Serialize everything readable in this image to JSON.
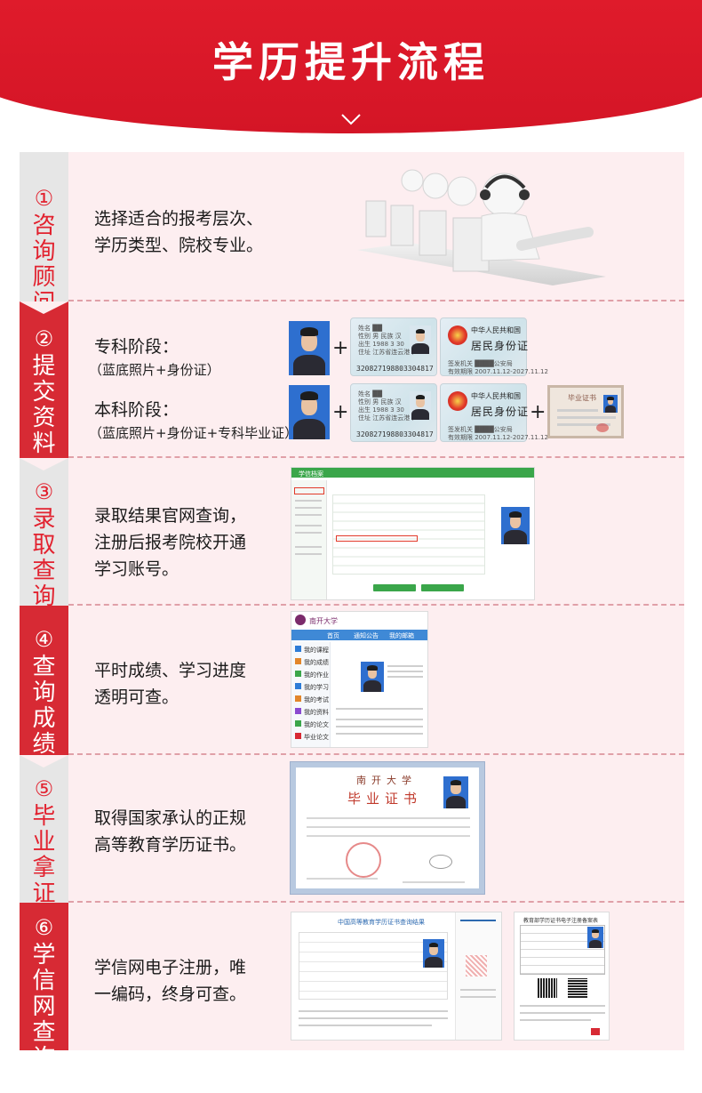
{
  "header": {
    "title": "学历提升流程"
  },
  "colors": {
    "brand_red": "#d41526",
    "panel_pink": "#fdeef0",
    "tab_red": "#d72a34",
    "tab_grey": "#e6e6e6"
  },
  "steps": [
    {
      "num": "①",
      "label_chars": [
        "咨",
        "询",
        "顾",
        "问"
      ],
      "desc_lines": [
        "选择适合的报考层次、",
        "学历类型、院校专业。"
      ]
    },
    {
      "num": "②",
      "label_chars": [
        "提",
        "交",
        "资",
        "料"
      ],
      "zhuanke_title": "专科阶段：",
      "zhuanke_sub": "（蓝底照片+身份证）",
      "benke_title": "本科阶段：",
      "benke_sub": "（蓝底照片+身份证+专科毕业证）",
      "plus": "+",
      "idcard_front_number": "320827198803304817",
      "idcard_back_title1": "中华人民共和国",
      "idcard_back_title2": "居民身份证",
      "grad_cert_title": "毕业证书"
    },
    {
      "num": "③",
      "label_chars": [
        "录",
        "取",
        "查",
        "询"
      ],
      "desc_lines": [
        "录取结果官网查询，",
        "注册后报考院校开通",
        "学习账号。"
      ],
      "site_name": "学信档案"
    },
    {
      "num": "④",
      "label_chars": [
        "查",
        "询",
        "成",
        "绩"
      ],
      "desc_lines": [
        "平时成绩、学习进度",
        "透明可查。"
      ],
      "school_name": "南开大学",
      "tabs": [
        "首页",
        "通知公告",
        "我的邮箱"
      ],
      "menu": [
        "我的课程",
        "我的成绩",
        "我的作业",
        "我的学习",
        "我的考试",
        "我的资料",
        "我的论文",
        "毕业论文"
      ]
    },
    {
      "num": "⑤",
      "label_chars": [
        "毕",
        "业",
        "拿",
        "证"
      ],
      "desc_lines": [
        "取得国家承认的正规",
        "高等教育学历证书。"
      ],
      "cert_school": "南开大学",
      "cert_title": "毕业证书"
    },
    {
      "num": "⑥",
      "label_chars": [
        "学",
        "信",
        "网",
        "查",
        "询"
      ],
      "desc_lines": [
        "学信网电子注册，唯",
        "一编码，终身可查。"
      ],
      "report_title": "中国高等教育学历证书查询结果",
      "report2_title": "教育部学历证书电子注册备案表"
    }
  ]
}
